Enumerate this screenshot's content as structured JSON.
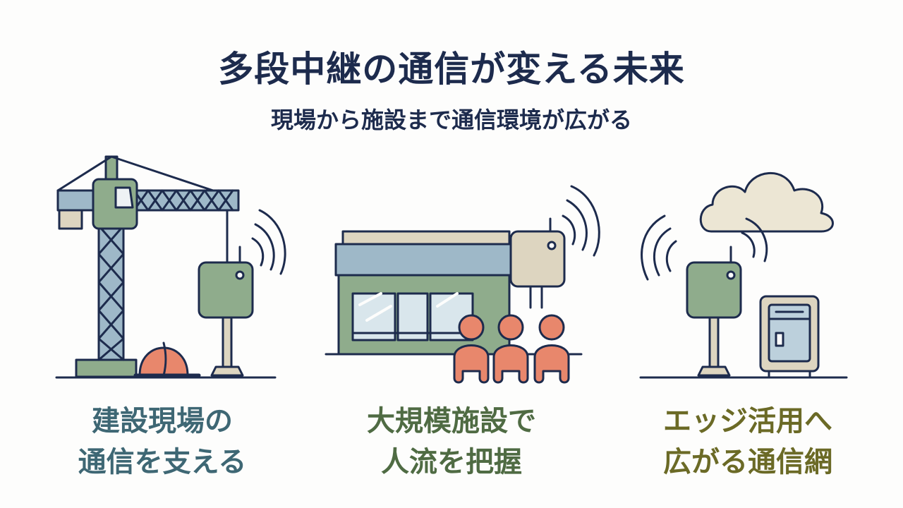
{
  "header": {
    "title": "多段中継の通信が変える未来",
    "subtitle": "現場から施設まで通信環境が広がる"
  },
  "panels": [
    {
      "icon": "crane-construction-icon",
      "caption_line1": "建設現場の",
      "caption_line2": "通信を支える"
    },
    {
      "icon": "storefront-people-icon",
      "caption_line1": "大規模施設で",
      "caption_line2": "人流を把握"
    },
    {
      "icon": "cloud-edge-server-icon",
      "caption_line1": "エッジ活用へ",
      "caption_line2": "広がる通信網"
    }
  ],
  "colors": {
    "navy": "#1d2b4d",
    "sage": "#8fac8c",
    "steel_blue": "#9eb8c8",
    "beige": "#ddd5c0",
    "salmon": "#e8876c",
    "caption_teal": "#3e6774",
    "caption_green": "#4f6b43",
    "caption_olive": "#6b6a26"
  }
}
